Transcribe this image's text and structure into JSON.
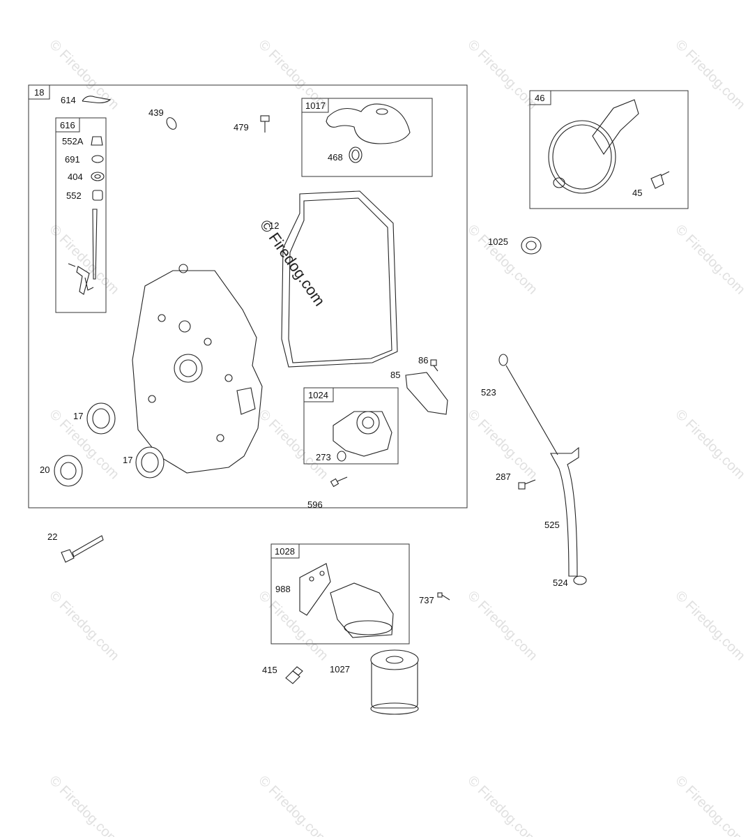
{
  "watermark_text": "© Firedog.com",
  "center_watermark_text": "© Firedog.com",
  "boxes": {
    "main": "18",
    "b616": "616",
    "b1017": "1017",
    "b46": "46",
    "b1024": "1024",
    "b1028": "1028"
  },
  "labels": {
    "l614": "614",
    "l439": "439",
    "l479": "479",
    "l552A": "552A",
    "l691": "691",
    "l404": "404",
    "l552": "552",
    "l468": "468",
    "l12": "12",
    "l45": "45",
    "l1025": "1025",
    "l86": "86",
    "l85": "85",
    "l523": "523",
    "l17a": "17",
    "l17b": "17",
    "l20": "20",
    "l273": "273",
    "l596": "596",
    "l287": "287",
    "l525": "525",
    "l22": "22",
    "l988": "988",
    "l737": "737",
    "l524": "524",
    "l415": "415",
    "l1027": "1027"
  }
}
